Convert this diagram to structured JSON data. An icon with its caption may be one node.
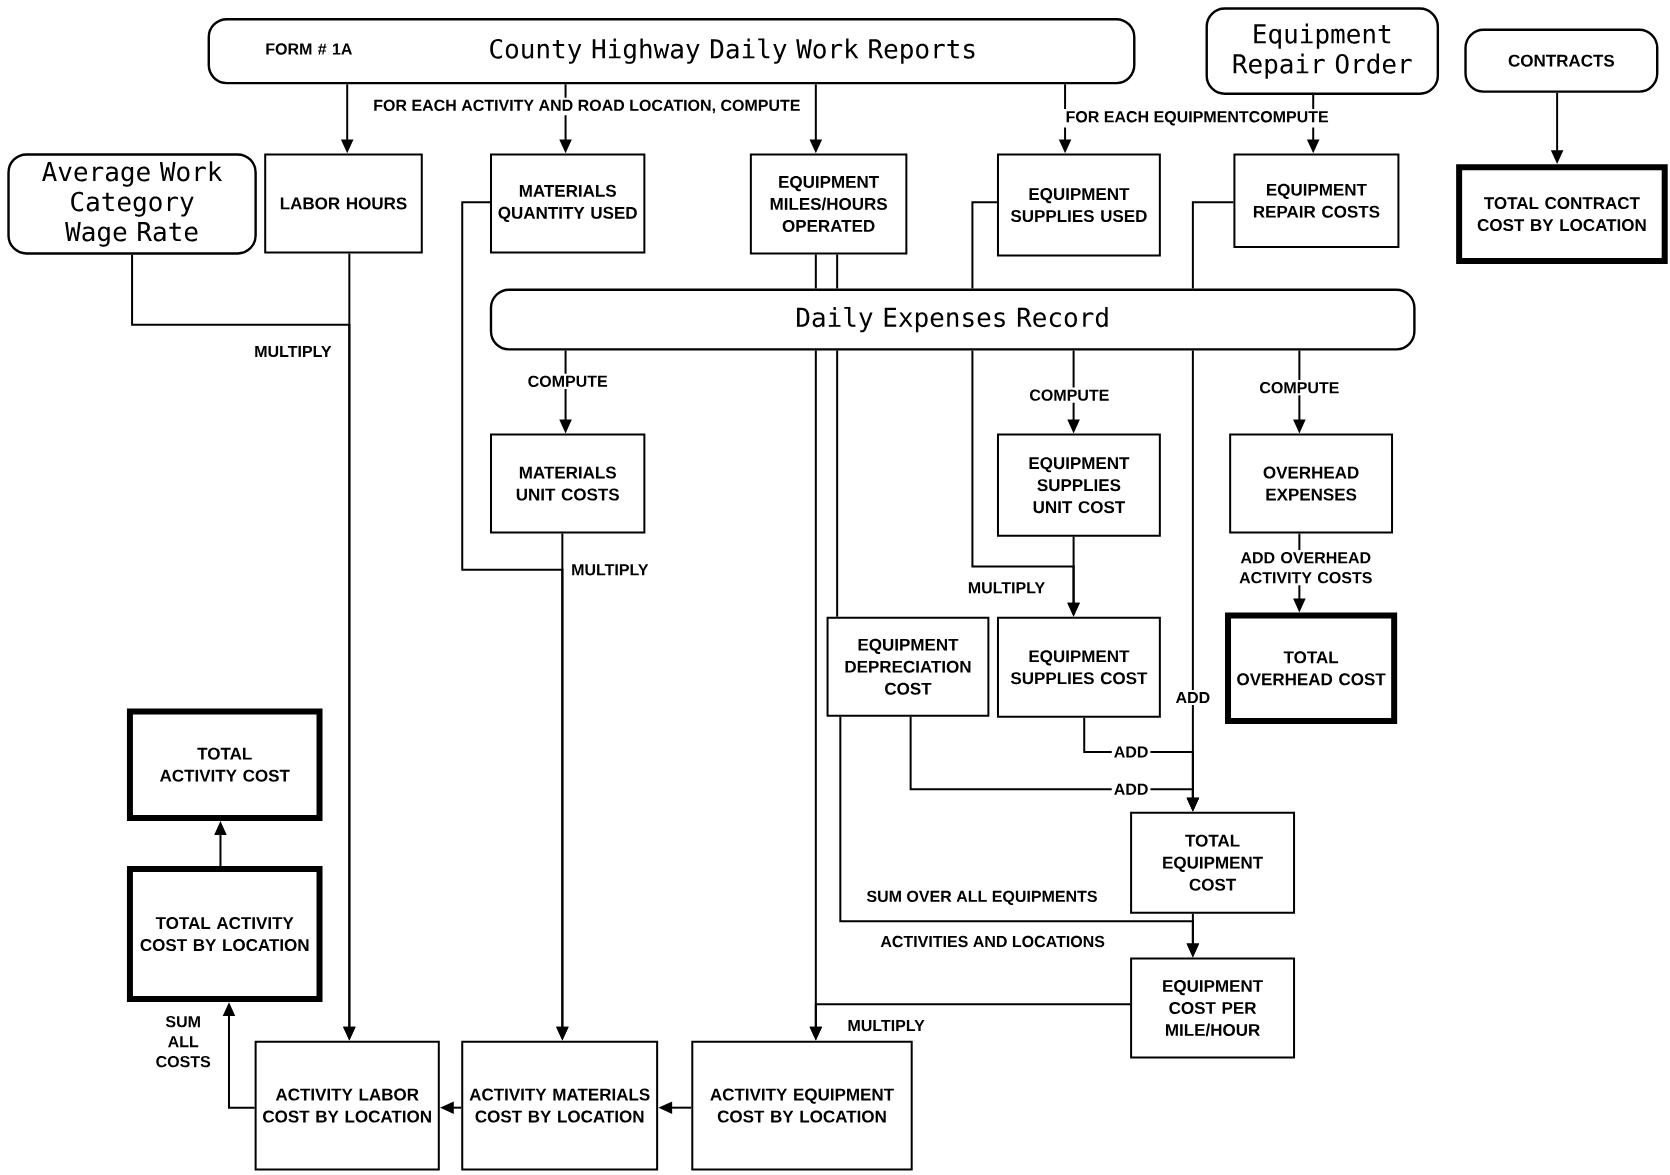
{
  "diagram": {
    "nodes": [
      {
        "text": [
          "FORM # 1A",
          "County Highway Daily Work Reports"
        ]
      },
      {
        "text": [
          "Equipment Repair Order"
        ]
      },
      {
        "text": [
          "CONTRACTS"
        ]
      },
      {
        "text": [
          "Average Work Category Wage Rate"
        ]
      },
      {
        "text": [
          "LABOR HOURS"
        ]
      },
      {
        "text": [
          "MATERIALS QUANTITY USED"
        ]
      },
      {
        "text": [
          "EQUIPMENT MILES/HOURS OPERATED"
        ]
      },
      {
        "text": [
          "EQUIPMENT SUPPLIES USED"
        ]
      },
      {
        "text": [
          "EQUIPMENT REPAIR COSTS"
        ]
      },
      {
        "text": [
          "TOTAL CONTRACT COST BY LOCATION"
        ]
      },
      {
        "text": [
          "Daily Expenses Record"
        ]
      },
      {
        "text": [
          "MATERIALS UNIT COSTS"
        ]
      },
      {
        "text": [
          "EQUIPMENT SUPPLIES UNIT COST"
        ]
      },
      {
        "text": [
          "OVERHEAD EXPENSES"
        ]
      },
      {
        "text": [
          "TOTAL OVERHEAD COST"
        ]
      },
      {
        "text": [
          "EQUIPMENT DEPRECIATION COST"
        ]
      },
      {
        "text": [
          "EQUIPMENT SUPPLIES COST"
        ]
      },
      {
        "text": [
          "TOTAL EQUIPMENT COST"
        ]
      },
      {
        "text": [
          "EQUIPMENT COST PER MILE/HOUR"
        ]
      },
      {
        "text": [
          "TOTAL ACTIVITY COST"
        ]
      },
      {
        "text": [
          "TOTAL ACTIVITY COST BY LOCATION"
        ]
      },
      {
        "text": [
          "ACTIVITY LABOR COST BY LOCATION"
        ]
      },
      {
        "text": [
          "ACTIVITY MATERIALS COST BY LOCATION"
        ]
      },
      {
        "text": [
          "ACTIVITY EQUIPMENT COST BY LOCATION"
        ]
      }
    ],
    "edges": [
      {
        "from": 0,
        "to": 4,
        "arrow": "to"
      },
      {
        "from": 0,
        "to": 5,
        "arrow": "to"
      },
      {
        "from": 0,
        "to": 6,
        "arrow": "to"
      },
      {
        "from": 0,
        "to": 7,
        "arrow": "to"
      },
      {
        "from": 1,
        "to": 8,
        "arrow": "to"
      },
      {
        "from": 2,
        "to": 9,
        "arrow": "to"
      },
      {
        "from": 3,
        "to": 21,
        "arrow": "to",
        "label": "MULTIPLY"
      },
      {
        "from": 4,
        "to": 21,
        "arrow": "to"
      },
      {
        "from": 5,
        "to": 22,
        "arrow": "to",
        "label": "MULTIPLY"
      },
      {
        "from": 6,
        "to": 10,
        "arrow": "none"
      },
      {
        "from": 6,
        "to": 10,
        "arrow": "none"
      },
      {
        "from": 7,
        "to": 10,
        "arrow": "none"
      },
      {
        "from": 8,
        "to": 10,
        "arrow": "none"
      },
      {
        "from": 10,
        "to": 11,
        "arrow": "to",
        "label": "COMPUTE"
      },
      {
        "from": 10,
        "to": 12,
        "arrow": "to",
        "label": "COMPUTE"
      },
      {
        "from": 10,
        "to": 13,
        "arrow": "to",
        "label": "COMPUTE"
      },
      {
        "from": 10,
        "to": 23,
        "arrow": "to"
      },
      {
        "from": 10,
        "to": 15,
        "arrow": "none"
      },
      {
        "from": 10,
        "to": 16,
        "arrow": "to",
        "label": "MULTIPLY"
      },
      {
        "from": 10,
        "to": 17,
        "arrow": "to",
        "label": "ADD"
      },
      {
        "from": 11,
        "to": 22,
        "arrow": "to"
      },
      {
        "from": 12,
        "to": 16,
        "arrow": "to"
      },
      {
        "from": 13,
        "to": 14,
        "arrow": "to",
        "label": "ADD OVERHEAD ACTIVITY COSTS"
      },
      {
        "from": 16,
        "to": 17,
        "arrow": "to",
        "label": "ADD"
      },
      {
        "from": 15,
        "to": 17,
        "arrow": "to",
        "label": "ADD"
      },
      {
        "from": 15,
        "to": 18,
        "arrow": "to"
      },
      {
        "from": 17,
        "to": 18,
        "arrow": "to"
      },
      {
        "from": 18,
        "to": 23,
        "arrow": "to",
        "label": "MULTIPLY"
      },
      {
        "from": 23,
        "to": 22,
        "arrow": "to"
      },
      {
        "from": 22,
        "to": 21,
        "arrow": "to"
      },
      {
        "from": 21,
        "to": 20,
        "arrow": "to",
        "label": "SUM ALL COSTS"
      },
      {
        "from": 20,
        "to": 19,
        "arrow": "to"
      }
    ],
    "labels": [
      "FOR EACH ACTIVITY AND ROAD LOCATION, COMPUTE",
      "FOR EACH EQUIPMENTCOMPUTE",
      "SUM OVER ALL EQUIPMENTS",
      "ACTIVITIES AND LOCATIONS"
    ]
  }
}
